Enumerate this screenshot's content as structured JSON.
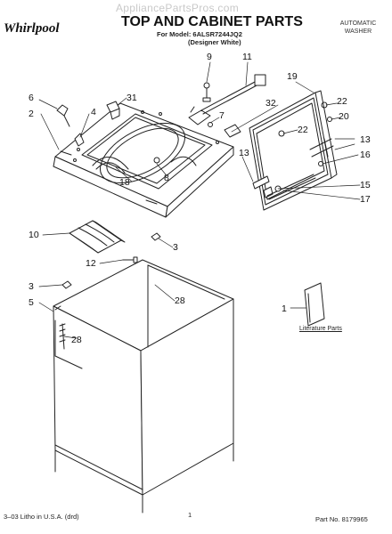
{
  "header": {
    "watermark": "AppliancePartsPros.com",
    "brand": "Whirlpool",
    "title": "TOP AND CABINET PARTS",
    "model_line": "For Model: 6ALSR7244JQ2",
    "variant": "(Designer White)",
    "product_type_1": "AUTOMATIC",
    "product_type_2": "WASHER"
  },
  "callouts": [
    "9",
    "11",
    "19",
    "6",
    "31",
    "32",
    "22",
    "4",
    "7",
    "20",
    "2",
    "22",
    "13",
    "13",
    "16",
    "8",
    "18",
    "15",
    "17",
    "10",
    "3",
    "12",
    "28",
    "3",
    "1",
    "5",
    "28"
  ],
  "literature_label": "Literature Parts",
  "footer": {
    "litho": "3–03 Litho in U.S.A. (drd)",
    "page": "1",
    "part_number": "Part No. 8179965"
  },
  "colors": {
    "line": "#222222",
    "paper": "#ffffff",
    "watermark": "#c9c9c9"
  }
}
